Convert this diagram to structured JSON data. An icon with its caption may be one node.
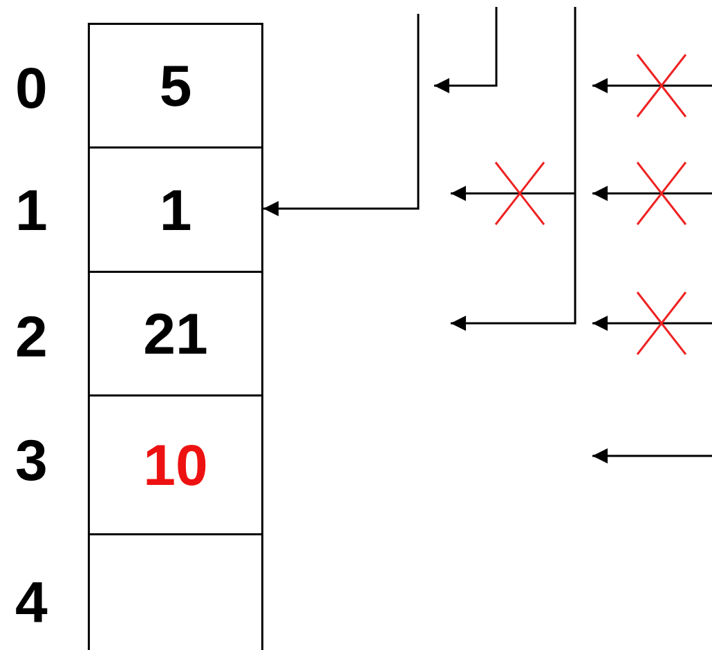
{
  "diagram": {
    "nodes": [
      {
        "text": [
          "5"
        ]
      },
      {
        "text": [
          "1"
        ]
      },
      {
        "text": [
          "21"
        ]
      },
      {
        "text": [
          "10"
        ]
      },
      {
        "text": [],
        "shape": "box"
      }
    ],
    "edges": [
      {
        "from": null,
        "to": 1,
        "arrow": "to"
      }
    ],
    "labels": [
      "0",
      "1",
      "2",
      "3",
      "4"
    ]
  }
}
